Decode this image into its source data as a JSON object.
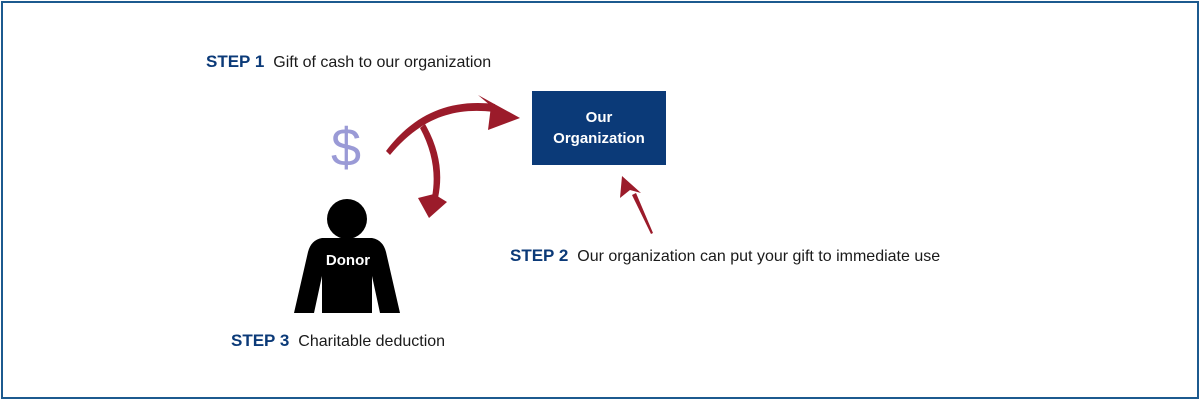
{
  "steps": {
    "step1": {
      "label": "STEP 1",
      "text": "Gift of cash to our organization"
    },
    "step2": {
      "label": "STEP 2",
      "text": "Our organization can put your gift to immediate use"
    },
    "step3": {
      "label": "STEP 3",
      "text": "Charitable deduction"
    }
  },
  "organization": {
    "label": "Our Organization"
  },
  "donor": {
    "label": "Donor"
  },
  "symbols": {
    "currency": "$"
  },
  "colors": {
    "brand_blue": "#0b3a78",
    "arrow_red": "#9b1b2a",
    "dollar_lavender": "#9a9ad6",
    "donor_black": "#000000",
    "frame_border": "#1c5a8f"
  }
}
